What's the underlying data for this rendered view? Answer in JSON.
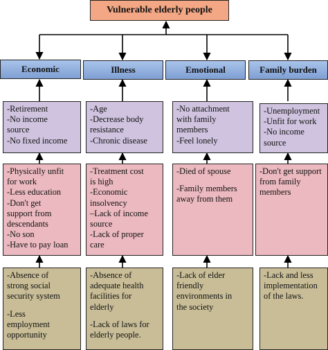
{
  "title": "Vulnerable elderly people",
  "categories": [
    {
      "name": "Economic",
      "causes": [
        "-Retirement",
        "-No income",
        "source",
        "-No fixed income"
      ],
      "effects": [
        "-Physically unfit",
        "for work",
        "-Less education",
        "-Don't get",
        "support from",
        "descendants",
        "-No son",
        "-Have to pay loan"
      ],
      "policy": [
        "-Absence of",
        "strong social",
        "security system",
        "",
        "-Less",
        "employment",
        "opportunity"
      ]
    },
    {
      "name": "Illness",
      "causes": [
        "-Age",
        "-Decrease body",
        "resistance",
        "-Chronic disease"
      ],
      "effects": [
        "-Treatment cost",
        "is high",
        "-Economic",
        "insolvency",
        "–Lack of income",
        "source",
        "-Lack of proper",
        "care"
      ],
      "policy": [
        "-Absence of",
        "adequate health",
        "facilities for",
        "elderly",
        "",
        "-Lack of laws for",
        "elderly people."
      ]
    },
    {
      "name": "Emotional",
      "causes": [
        "-No attachment",
        "with family",
        "members",
        "-Feel lonely"
      ],
      "effects": [
        "-Died of spouse",
        "",
        "-Family members",
        "away from them"
      ],
      "policy": [
        "-Lack of elder",
        "friendly",
        "environments in",
        "the society"
      ]
    },
    {
      "name": "Family burden",
      "causes": [
        "-Unemployment",
        "-Unfit for work",
        "-No income",
        "source"
      ],
      "effects": [
        "-Don't get support",
        "from family",
        "members"
      ],
      "policy": [
        "-Lack and less",
        "implementation",
        "of the laws."
      ]
    }
  ]
}
